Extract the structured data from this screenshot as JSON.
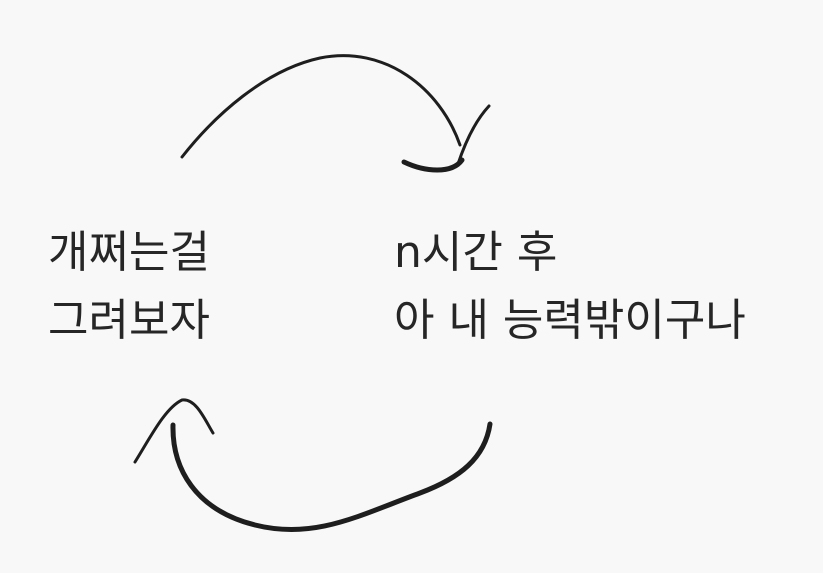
{
  "left_note": {
    "line1": "개쩌는걸",
    "line2": "그려보자"
  },
  "right_note": {
    "line1": "n시간 후",
    "line2": "아 내 능력밖이구나"
  },
  "colors": {
    "background": "#f8f8f8",
    "text": "#262626",
    "ink": "#1e1e1e"
  }
}
